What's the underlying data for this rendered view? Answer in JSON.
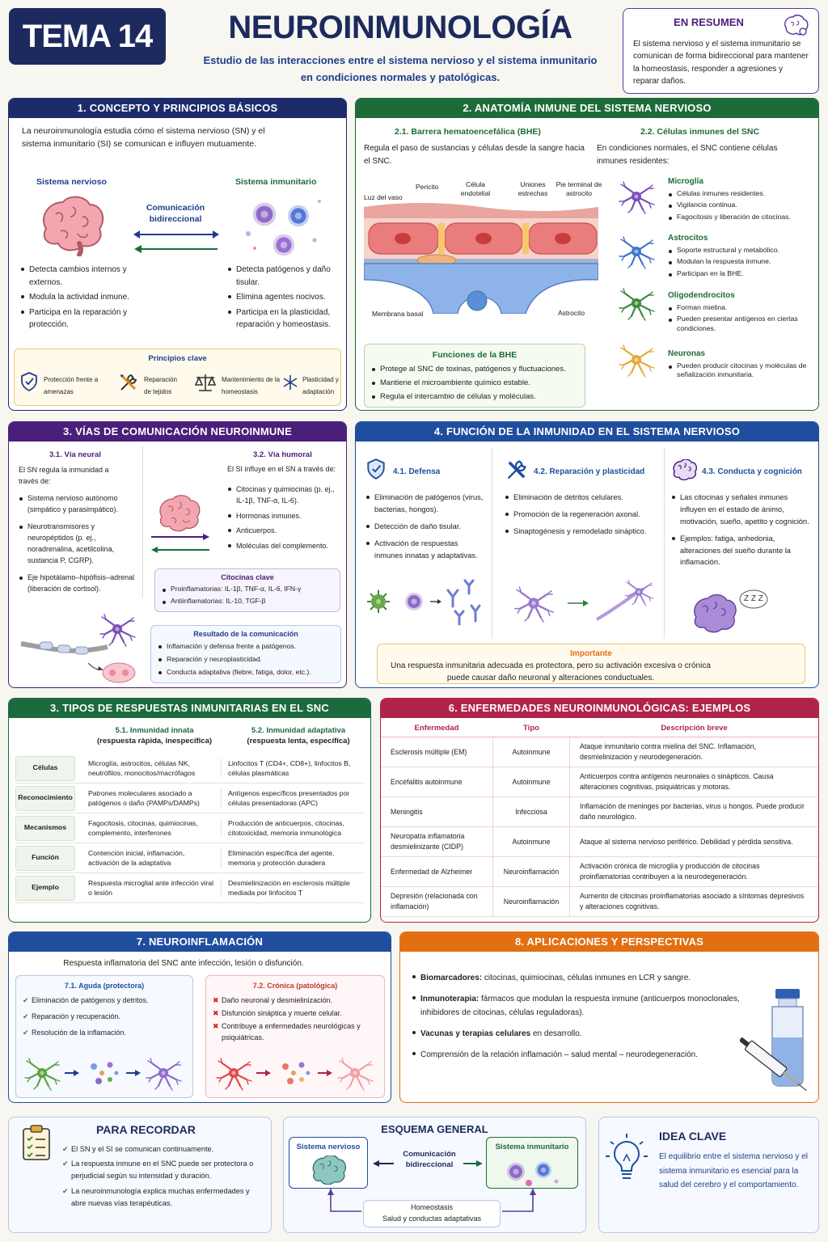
{
  "header": {
    "tema": "TEMA 14",
    "title": "NEUROINMUNOLOGÍA",
    "subtitle_l1": "Estudio de las interacciones entre el sistema nervioso y el sistema inmunitario",
    "subtitle_l2": "en condiciones normales y patológicas.",
    "resumen_title": "EN RESUMEN",
    "resumen_text": "El sistema nervioso y el sistema inmunitario se comunican de forma bidireccional para mantener la homeostasis, responder a agresiones y reparar daños."
  },
  "colors": {
    "navy": "#1d2b6b",
    "green": "#1e6b3a",
    "purple": "#4a1f7a",
    "blue": "#1f4e9e",
    "darkgreen": "#1d6a3e",
    "crimson": "#b0244a",
    "orange": "#e36f12"
  },
  "s1": {
    "title": "1. CONCEPTO Y PRINCIPIOS BÁSICOS",
    "intro": "La neuroinmunología estudia cómo el sistema nervioso (SN) y el sistema inmunitario (SI) se comunican e influyen mutuamente.",
    "sn_label": "Sistema nervioso",
    "si_label": "Sistema inmunitario",
    "com_label": "Comunicación bidireccional",
    "sn_items": [
      "Detecta cambios internos y externos.",
      "Modula la actividad inmune.",
      "Participa en la reparación y protección."
    ],
    "si_items": [
      "Detecta patógenos y daño tisular.",
      "Elimina agentes nocivos.",
      "Participa en la plasticidad, reparación y homeostasis."
    ],
    "principios_title": "Principios clave",
    "principios": [
      "Protección frente a amenazas",
      "Reparación de tejidos",
      "Mantenimiento de la homeostasis",
      "Plasticidad y adaptación"
    ]
  },
  "s2": {
    "title": "2. ANATOMÍA INMUNE DEL SISTEMA NERVIOSO",
    "bhe_title": "2.1. Barrera hematoencefálica (BHE)",
    "bhe_text": "Regula el paso de sustancias y células desde la sangre hacia el SNC.",
    "labels": {
      "luz": "Luz del vaso",
      "pericito": "Pericito",
      "endotelial": "Célula endotelial",
      "uniones": "Uniones estrechas",
      "pie": "Pie terminal de astrocito",
      "membrana": "Membrana basal",
      "astrocito": "Astrocito"
    },
    "func_title": "Funciones de la BHE",
    "func_items": [
      "Protege al SNC de toxinas, patógenos y fluctuaciones.",
      "Mantiene el microambiente químico estable.",
      "Regula el intercambio de células y moléculas."
    ],
    "cells_title": "2.2. Células inmunes del SNC",
    "cells_text": "En condiciones normales, el SNC contiene células inmunes residentes:",
    "cells": [
      {
        "name": "Microglía",
        "items": [
          "Células inmunes residentes.",
          "Vigilancia continua.",
          "Fagocitosis y liberación de citocinas."
        ]
      },
      {
        "name": "Astrocitos",
        "items": [
          "Soporte estructural y metabólico.",
          "Modulan la respuesta inmune.",
          "Participan en la BHE."
        ]
      },
      {
        "name": "Oligodendrocitos",
        "items": [
          "Forman mielina.",
          "Pueden presentar antígenos en ciertas condiciones."
        ]
      },
      {
        "name": "Neuronas",
        "items": [
          "Pueden producir citocinas y moléculas de señalización inmunitaria."
        ]
      }
    ]
  },
  "s3": {
    "title": "3. VÍAS DE COMUNICACIÓN NEUROINMUNE",
    "neural_title": "3.1. Vía neural",
    "neural_text": "El SN regula la inmunidad a través de:",
    "neural_items": [
      "Sistema nervioso autónomo (simpático y parasimpático).",
      "Neurotransmisores y neuropéptidos (p. ej., noradrenalina, acetilcolina, sustancia P, CGRP).",
      "Eje hipotálamo–hipófisis–adrenal (liberación de cortisol)."
    ],
    "humoral_title": "3.2. Vía humoral",
    "humoral_text": "El SI influye en el SN a través de:",
    "humoral_items": [
      "Citocinas y quimiocinas (p. ej., IL-1β, TNF-α, IL-6).",
      "Hormonas inmunes.",
      "Anticuerpos.",
      "Moléculas del complemento."
    ],
    "cit_title": "Citocinas clave",
    "cit_items": [
      "Proinflamatorias: IL-1β, TNF-α, IL-6, IFN-γ",
      "Antiinflamatorias: IL-10, TGF-β"
    ],
    "res_title": "Resultado de la comunicación",
    "res_items": [
      "Inflamación y defensa frente a patógenos.",
      "Reparación y neuroplasticidad.",
      "Conducta adaptativa (fiebre, fatiga, dolor, etc.)."
    ]
  },
  "s4": {
    "title": "4. FUNCIÓN DE LA INMUNIDAD EN EL SISTEMA NERVIOSO",
    "cols": [
      {
        "title": "4.1. Defensa",
        "items": [
          "Eliminación de patógenos (virus, bacterias, hongos).",
          "Detección de daño tisular.",
          "Activación de respuestas inmunes innatas y adaptativas."
        ]
      },
      {
        "title": "4.2. Reparación y plasticidad",
        "items": [
          "Eliminación de detritos celulares.",
          "Promoción de la regeneración axonal.",
          "Sinaptogénesis y remodelado sináptico."
        ]
      },
      {
        "title": "4.3. Conducta y cognición",
        "items": [
          "Las citocinas y señales inmunes influyen en el estado de ánimo, motivación, sueño, apetito y cognición.",
          "Ejemplos: fatiga, anhedonia, alteraciones del sueño durante la inflamación."
        ]
      }
    ],
    "zzz": "Z Z Z",
    "imp_title": "Importante",
    "imp_text": "Una respuesta inmunitaria adecuada es protectora, pero su activación excesiva o crónica puede causar daño neuronal y alteraciones conductuales."
  },
  "s5": {
    "title": "3. TIPOS DE RESPUESTAS INMUNITARIAS EN EL SNC",
    "h1": "5.1. Inmunidad innata",
    "h1b": "(respuesta rápida, inespecífica)",
    "h2": "5.2. Inmunidad adaptativa",
    "h2b": "(respuesta lenta, específica)",
    "rows": [
      {
        "label": "Células",
        "a": "Microglía, astrocitos, células NK, neutrófilos, monocitos/macrófagos",
        "b": "Linfocitos T (CD4+, CD8+), linfocitos B, células plasmáticas"
      },
      {
        "label": "Reconocimiento",
        "a": "Patrones moleculares asociado a patógenos o daño (PAMPs/DAMPs)",
        "b": "Antígenos específicos presentados por células presentadoras (APC)"
      },
      {
        "label": "Mecanismos",
        "a": "Fagocitosis, citocinas, quimiocinas, complemento, interferones",
        "b": "Producción de anticuerpos, citocinas, citotoxicidad, memoria inmunológica"
      },
      {
        "label": "Función",
        "a": "Contención inicial, inflamación, activación de la adaptativa",
        "b": "Eliminación específica del agente, memoria y protección duradera"
      },
      {
        "label": "Ejemplo",
        "a": "Respuesta microglial ante infección viral o lesión",
        "b": "Desmielinización en esclerosis múltiple mediada por linfocitos T"
      }
    ]
  },
  "s6": {
    "title": "6. ENFERMEDADES NEUROINMUNOLÓGICAS: EJEMPLOS",
    "headers": [
      "Enfermedad",
      "Tipo",
      "Descripción breve"
    ],
    "rows": [
      {
        "d": "Esclerosis múltiple (EM)",
        "t": "Autoinmune",
        "x": "Ataque inmunitario contra mielina del SNC. Inflamación, desmielinización y neurodegeneración."
      },
      {
        "d": "Encefalitis autoinmune",
        "t": "Autoinmune",
        "x": "Anticuerpos contra antígenos neuronales o sinápticos. Causa alteraciones cognitivas, psiquiátricas y motoras."
      },
      {
        "d": "Meningitis",
        "t": "Infecciosa",
        "x": "Inflamación de meninges por bacterias, virus u hongos. Puede producir daño neurológico."
      },
      {
        "d": "Neuropatía inflamatoria desmielinizante (CIDP)",
        "t": "Autoinmune",
        "x": "Ataque al sistema nervioso periférico. Debilidad y pérdida sensitiva."
      },
      {
        "d": "Enfermedad de Alzheimer",
        "t": "Neuroinflamación",
        "x": "Activación crónica de microglía y producción de citocinas proinflamatorias contribuyen a la neurodegeneración."
      },
      {
        "d": "Depresión (relacionada con inflamación)",
        "t": "Neuroinflamación",
        "x": "Aumento de citocinas proinflamatorias asociado a síntomas depresivos y alteraciones cognitivas."
      }
    ]
  },
  "s7": {
    "title": "7. NEUROINFLAMACIÓN",
    "intro": "Respuesta inflamatoria del SNC ante infección, lesión o disfunción.",
    "aguda_title": "7.1. Aguda (protectora)",
    "aguda_items": [
      "Eliminación de patógenos y detritos.",
      "Reparación y recuperación.",
      "Resolución de la inflamación."
    ],
    "cronica_title": "7.2. Crónica (patológica)",
    "cronica_items": [
      "Daño neuronal y desmielinización.",
      "Disfunción sináptica y muerte celular.",
      "Contribuye a enfermedades neurológicas y psiquiátricas."
    ]
  },
  "s8": {
    "title": "8. APLICACIONES Y PERSPECTIVAS",
    "items": [
      {
        "b": "Biomarcadores:",
        "t": " citocinas, quimiocinas, células inmunes en LCR y sangre."
      },
      {
        "b": "Inmunoterapia:",
        "t": " fármacos que modulan la respuesta inmune (anticuerpos monoclonales, inhibidores de citocinas, células reguladoras)."
      },
      {
        "b": "Vacunas y terapias celulares",
        "t": " en desarrollo."
      },
      {
        "b": "",
        "t": "Comprensión de la relación inflamación – salud mental – neurodegeneración."
      }
    ]
  },
  "recordar": {
    "title": "PARA RECORDAR",
    "items": [
      "El SN y el SI se comunican continuamente.",
      "La respuesta inmune en el SNC puede ser protectora o perjudicial según su intensidad y duración.",
      "La neuroinmunología explica muchas enfermedades y abre nuevas vías terapéuticas."
    ]
  },
  "esquema": {
    "title": "ESQUEMA GENERAL",
    "sn": "Sistema nervioso",
    "si": "Sistema inmunitario",
    "com": "Comunicación bidireccional",
    "homeo1": "Homeostasis",
    "homeo2": "Salud y conductas adaptativas"
  },
  "idea": {
    "title": "IDEA CLAVE",
    "text": "El equilibrio entre el sistema nervioso y el sistema inmunitario es esencial para la salud del cerebro y el comportamiento."
  }
}
